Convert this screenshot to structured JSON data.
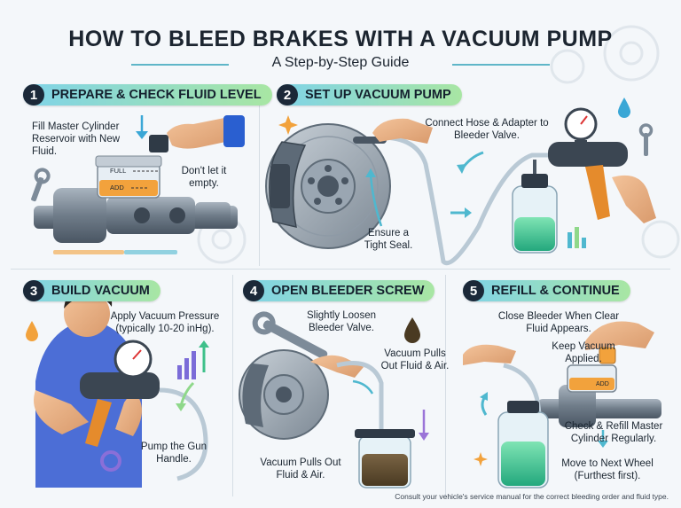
{
  "header": {
    "title": "HOW TO BLEED BRAKES WITH A VACUUM PUMP",
    "subtitle": "A Step-by-Step Guide"
  },
  "steps": [
    {
      "number": "1",
      "label": "PREPARE & CHECK FLUID LEVEL",
      "notes": [
        "Fill Master Cylinder Reservoir with New Fluid.",
        "Don't let it empty."
      ],
      "tank_labels": [
        "FULL",
        "ADD"
      ]
    },
    {
      "number": "2",
      "label": "SET UP VACUUM PUMP",
      "notes": [
        "Connect Hose & Adapter to Bleeder Valve.",
        "Ensure a Tight Seal."
      ]
    },
    {
      "number": "3",
      "label": "BUILD VACUUM",
      "notes": [
        "Apply Vacuum Pressure (typically 10-20 inHg).",
        "Pump the Gun Handle."
      ]
    },
    {
      "number": "4",
      "label": "OPEN BLEEDER SCREW",
      "notes": [
        "Slightly Loosen Bleeder Valve.",
        "Vacuum Pulls Out Fluid & Air.",
        "Vacuum Pulls Out Fluid & Air."
      ]
    },
    {
      "number": "5",
      "label": "REFILL & CONTINUE",
      "notes": [
        "Close Bleeder When Clear Fluid Appears.",
        "Keep Vacuum Applied.",
        "Check & Refill Master Cylinder Regularly.",
        "Move to Next Wheel (Furthest first)."
      ],
      "tank_labels": [
        "ADD"
      ]
    }
  ],
  "footer": "Consult your vehicle's service manual for the correct bleeding order and fluid type.",
  "colors": {
    "accent_teal": "#4fb8cf",
    "accent_green": "#8fd88a",
    "fluid_orange": "#f2a23c",
    "fluid_green": "#3fc79a",
    "dark": "#1b2838"
  },
  "icons": [
    "wrench-icon",
    "gear-icon",
    "fluid-drop-icon",
    "arrow-icon",
    "bar-chart-icon"
  ]
}
